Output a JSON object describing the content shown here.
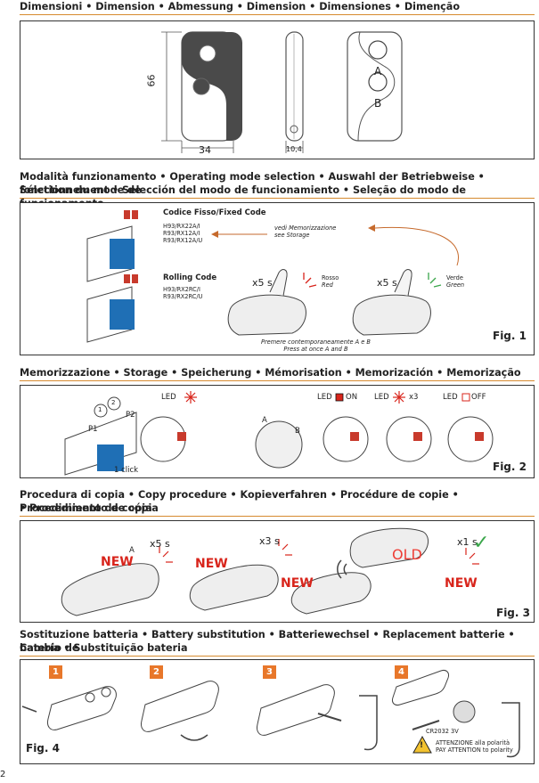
{
  "sections": {
    "dimension": {
      "title": "Dimensioni • Dimension • Abmessung • Dimension • Dimensiones • Dimenção",
      "height_label": "66",
      "width_label": "34",
      "depth_label": "10,4",
      "button_a": "A",
      "button_b": "B"
    },
    "mode": {
      "title_line1": "Modalità funzionamento • Operating mode selection • Auswahl der Betriebweise • Sélection du mode de",
      "title_line2": "fonctionnement • Selección del modo de funcionamiento • Seleção do modo de funcionamento",
      "fixed_title": "Codice Fisso/Fixed Code",
      "fixed_models": [
        "H93/RX22A/I",
        "R93/RX12A/I",
        "R93/RX12A/U"
      ],
      "rolling_title": "Rolling Code",
      "rolling_models": [
        "H93/RX2RC/I",
        "R93/RX2RC/U"
      ],
      "see_storage_it": "vedi Memorizzazione",
      "see_storage_en": "see Storage",
      "press_left": "x5 s",
      "press_right": "x5 s",
      "red_it": "Rosso",
      "red_en": "Red",
      "green_it": "Verde",
      "green_en": "Green",
      "press_it": "Premere contemporaneamente A e B",
      "press_en": "Press at once A and B",
      "fig": "Fig. 1"
    },
    "storage": {
      "title": "Memorizzazione • Storage • Speicherung • Mémorisation • Memorización • Memorização",
      "led1": "LED",
      "led_on": "LED",
      "on_label": "ON",
      "led_x3": "LED",
      "x3_label": "x3",
      "led_off": "LED",
      "off_label": "OFF",
      "p1": "P1",
      "p2": "P2",
      "c1": "1",
      "c2": "2",
      "one_click": "1 click",
      "a": "A",
      "b": "B",
      "fig": "Fig. 2"
    },
    "copy": {
      "title_line1": "Procedura di copia • Copy procedure • Kopieverfahren • Procédure de copie • Procedimiento de copia",
      "title_line2": "• Procedimento de cópia",
      "new1": "NEW",
      "t1": "x5 s",
      "new2": "NEW",
      "t2": "x3 s",
      "new3": "NEW",
      "old": "OLD",
      "new4": "NEW",
      "t4": "x1 s",
      "check": "✓",
      "a": "A",
      "fig": "Fig. 3"
    },
    "battery": {
      "title_line1": "Sostituzione batteria • Battery substitution • Batteriewechsel • Replacement batterie • Cambio de",
      "title_line2": "batería • Substituição bateria",
      "steps": [
        "1",
        "2",
        "3",
        "4"
      ],
      "battery_type": "CR2032 3V",
      "warn_it": "ATTENZIONE alla polarità",
      "warn_en": "PAY ATTENTION to polarity",
      "warn_mark": "!",
      "fig": "Fig. 4"
    }
  },
  "page_number": "2",
  "colors": {
    "rule": "#d68a2e",
    "accent": "#e8772a",
    "red": "#d8241b",
    "green": "#3aa64a"
  }
}
